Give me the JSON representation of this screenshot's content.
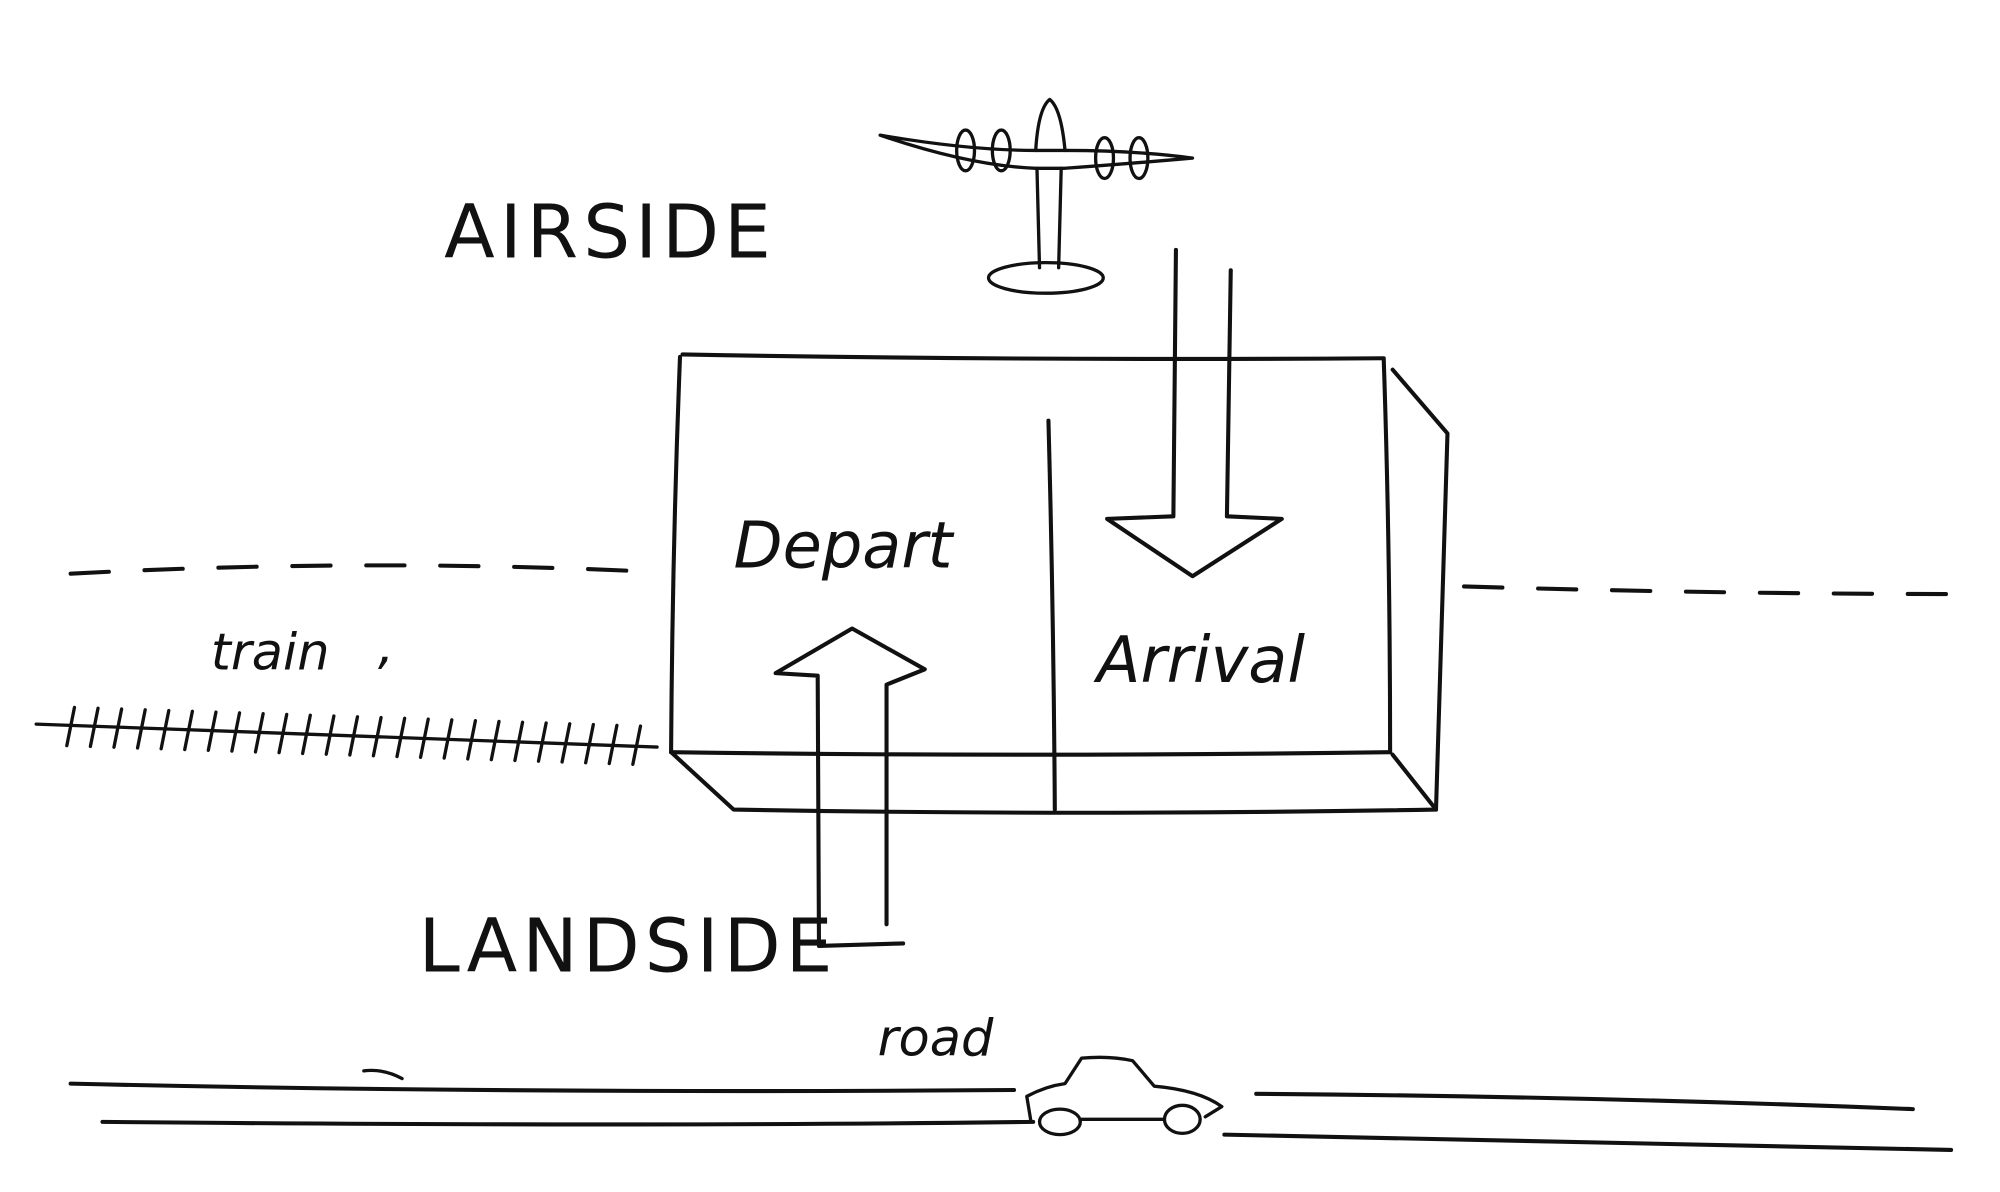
{
  "labels": {
    "airside": "AIRSIDE",
    "landside": "LANDSIDE",
    "depart": "Depart",
    "arrival": "Arrival",
    "train": "train",
    "train_mark": ",",
    "road": "road"
  },
  "colors": {
    "ink": "#111111",
    "background": "#ffffff"
  }
}
